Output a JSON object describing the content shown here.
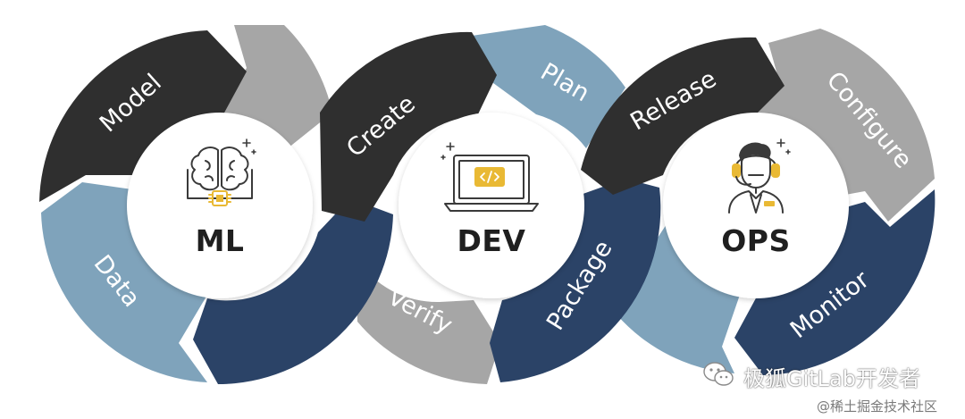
{
  "colors": {
    "dark": "#2f2f2f",
    "navy": "#2b4367",
    "steel": "#7fa3bb",
    "gray": "#a6a6a6",
    "hub": "#ffffff",
    "icon_line": "#3a3a3a",
    "icon_accent": "#e9b934"
  },
  "hubs": [
    {
      "title": "ML",
      "icon": "brain-chip-icon"
    },
    {
      "title": "DEV",
      "icon": "laptop-code-icon"
    },
    {
      "title": "OPS",
      "icon": "operator-headset-icon"
    }
  ],
  "segments": {
    "ml": {
      "model": "Model",
      "data": "Data"
    },
    "dev": {
      "create": "Create",
      "plan": "Plan",
      "package": "Package",
      "verify": "Verify"
    },
    "ops": {
      "release": "Release",
      "configure": "Configure",
      "monitor": "Monitor"
    }
  },
  "watermark": {
    "main": "极狐GitLab开发者",
    "sub": "@稀土掘金技术社区",
    "icon": "wechat-icon"
  }
}
